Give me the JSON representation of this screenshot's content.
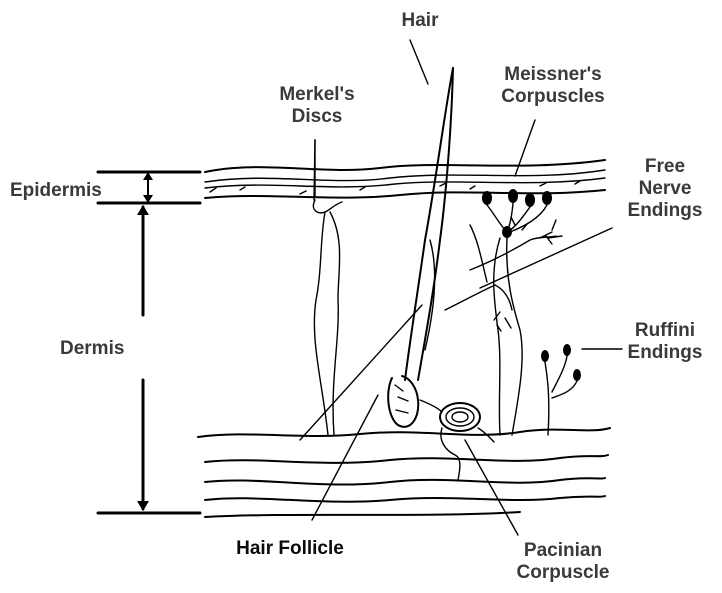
{
  "labels": {
    "hair": "Hair",
    "merkels_line1": "Merkel's",
    "merkels_line2": "Discs",
    "meissners_line1": "Meissner's",
    "meissners_line2": "Corpuscles",
    "free_line1": "Free",
    "free_line2": "Nerve",
    "free_line3": "Endings",
    "epidermis": "Epidermis",
    "dermis": "Dermis",
    "ruffini_line1": "Ruffini",
    "ruffini_line2": "Endings",
    "hair_follicle": "Hair Follicle",
    "pacinian_line1": "Pacinian",
    "pacinian_line2": "Corpuscle"
  }
}
